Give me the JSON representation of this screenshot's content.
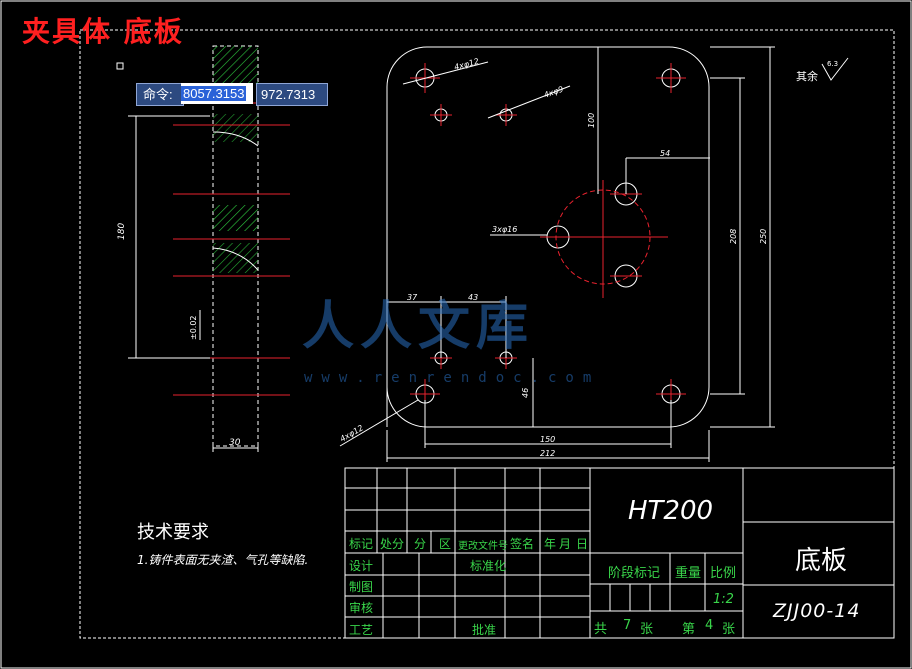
{
  "header": {
    "title": "夹具体  底板"
  },
  "command_line": {
    "label": "命令:",
    "x_value": "8057.3153",
    "y_value": "972.7313"
  },
  "drawing": {
    "dims": {
      "d4x12_top": "4xφ12",
      "d4x9": "4xφ9",
      "d100": "100",
      "d54": "54",
      "d208": "208",
      "d250": "250",
      "d3x16": "3xφ16",
      "d37": "37",
      "d43": "43",
      "d46": "46",
      "d150": "150",
      "d212": "212",
      "d4x12_bottom": "4xφ12",
      "d180": "180",
      "d30": "30",
      "d_side": "±0.02"
    },
    "roughness": {
      "label": "其余",
      "value": "6.3"
    }
  },
  "tech_requirements": {
    "title": "技术要求",
    "items": [
      "1.铸件表面无夹渣、气孔等缺陷."
    ]
  },
  "watermark": {
    "text": "人人文库",
    "url": "www.renrendoc.com"
  },
  "title_block": {
    "material": "HT200",
    "part_name": "底板",
    "drawing_number": "ZJJ00-14",
    "scale": "1:2",
    "headers": [
      "标记",
      "处分",
      "分",
      "区",
      "更改文件号",
      "签名",
      "年",
      "月",
      "日"
    ],
    "roles": {
      "design": "设计",
      "standard": "标准化",
      "draw": "制图",
      "check": "审核",
      "process": "工艺",
      "approve": "批准"
    },
    "stage_mark": "阶段标记",
    "weight": "重量",
    "ratio": "比例",
    "total": "共",
    "total_num": "7",
    "sheets_unit": "张",
    "sheet": "第",
    "sheet_num": "4",
    "sheet_unit": "张"
  }
}
